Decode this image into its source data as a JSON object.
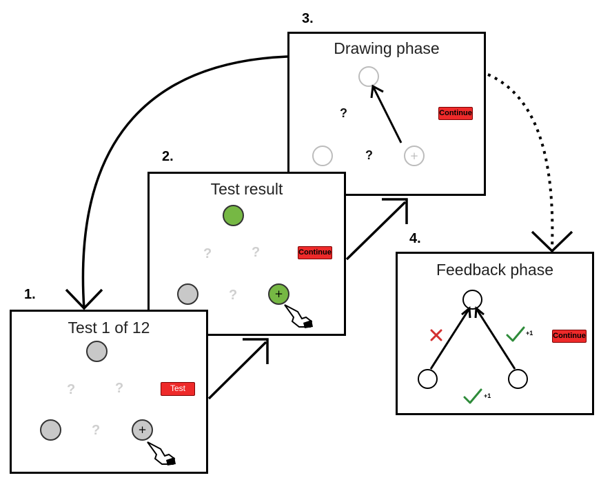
{
  "steps": [
    {
      "number": "1.",
      "title": "Test 1 of 12",
      "button": "Test",
      "question_marks": [
        "?",
        "?",
        "?"
      ],
      "node_plus": "+"
    },
    {
      "number": "2.",
      "title": "Test result",
      "button": "Continue",
      "question_marks": [
        "?",
        "?",
        "?"
      ],
      "node_plus": "+"
    },
    {
      "number": "3.",
      "title": "Drawing phase",
      "button": "Continue",
      "question_marks": [
        "?",
        "?"
      ],
      "node_plus": "+"
    },
    {
      "number": "4.",
      "title": "Feedback phase",
      "button": "Continue",
      "score_labels": [
        "+1",
        "+1"
      ]
    }
  ],
  "icons": {
    "pointer": "hand-pointer-icon",
    "wrong": "red-x-icon",
    "correct": "green-check-icon"
  },
  "colors": {
    "button": "#ee2a2a",
    "node_gray": "#c8c8c8",
    "node_green": "#76b844",
    "ghost": "#bcbcbc",
    "check": "#2e8b3a",
    "cross": "#d32f2f"
  }
}
